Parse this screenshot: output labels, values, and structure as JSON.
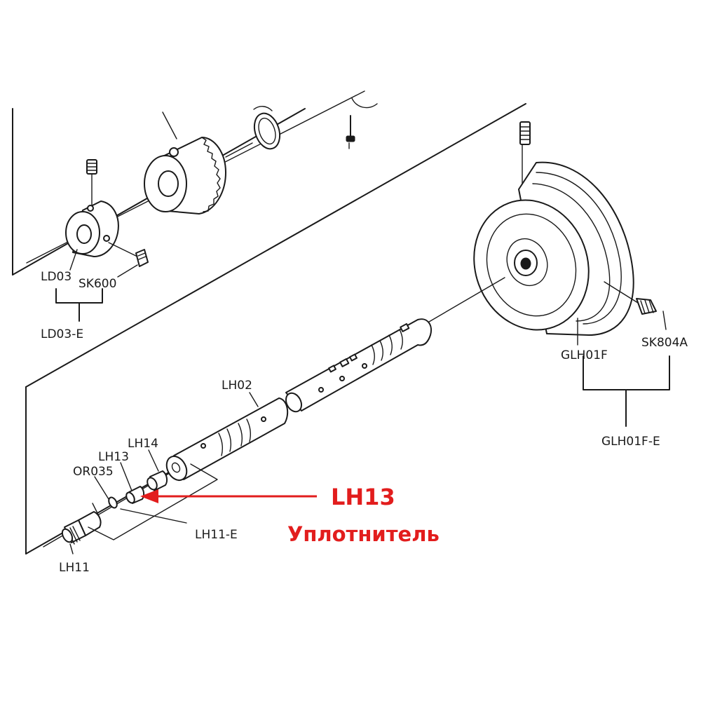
{
  "labels": {
    "ld03": "LD03",
    "sk600": "SK600",
    "ld03_e": "LD03-E",
    "lh02": "LH02",
    "lh14": "LH14",
    "lh13": "LH13",
    "or035": "OR035",
    "lh11_e": "LH11-E",
    "lh11": "LH11",
    "glh01f": "GLH01F",
    "sk804a": "SK804A",
    "glh01f_e": "GLH01F-E"
  },
  "callout": {
    "code": "LH13",
    "name": "Уплотнитель",
    "color": "#e21d1d"
  }
}
